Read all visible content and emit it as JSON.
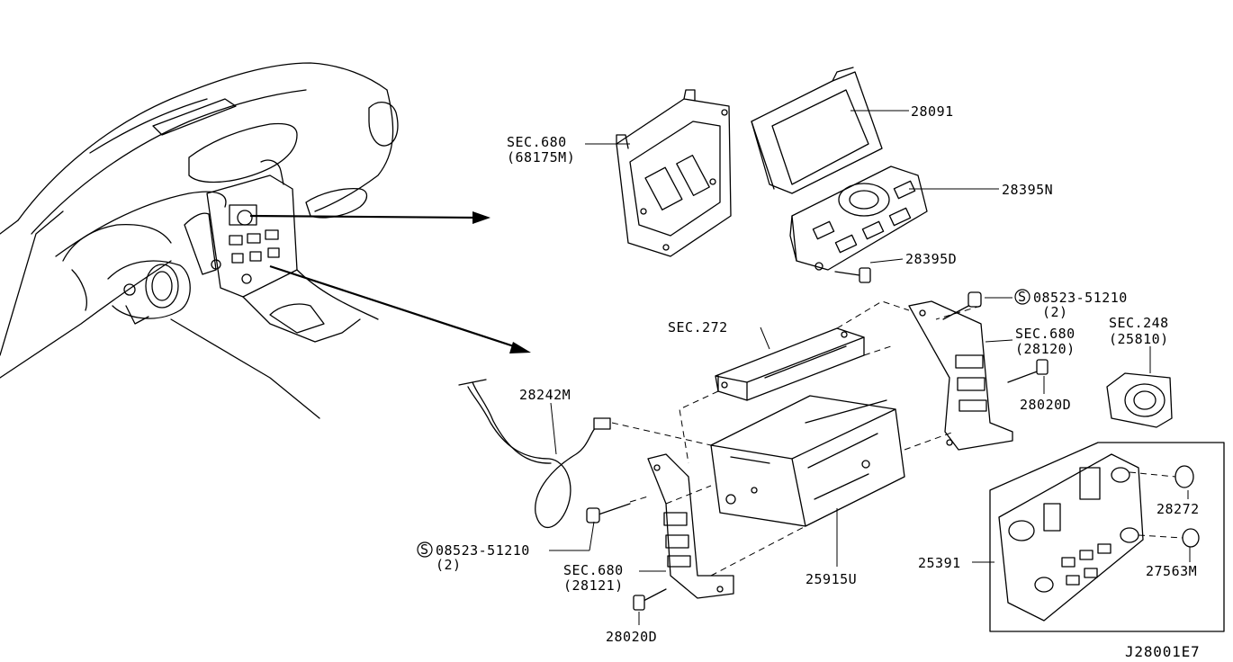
{
  "labels": {
    "sec680_top": "SEC.680",
    "sec680_top_sub": "(68175M)",
    "p28091": "28091",
    "p28395n": "28395N",
    "p28395d": "28395D",
    "screw_top_num": "08523-51210",
    "screw_top_qty": "(2)",
    "sec272": "SEC.272",
    "sec680_mid": "SEC.680",
    "sec680_mid_sub": "(28120)",
    "sec248": "SEC.248",
    "sec248_sub": "(25810)",
    "p28020d_right": "28020D",
    "p28242m": "28242M",
    "screw_left_num": "08523-51210",
    "screw_left_qty": "(2)",
    "sec680_low": "SEC.680",
    "sec680_low_sub": "(28121)",
    "p25915u": "25915U",
    "p28020d_bottom": "28020D",
    "p25391": "25391",
    "p28272": "28272",
    "p27563m": "27563M",
    "screw_symbol": "S",
    "diagram_ref": "J28001E7"
  }
}
